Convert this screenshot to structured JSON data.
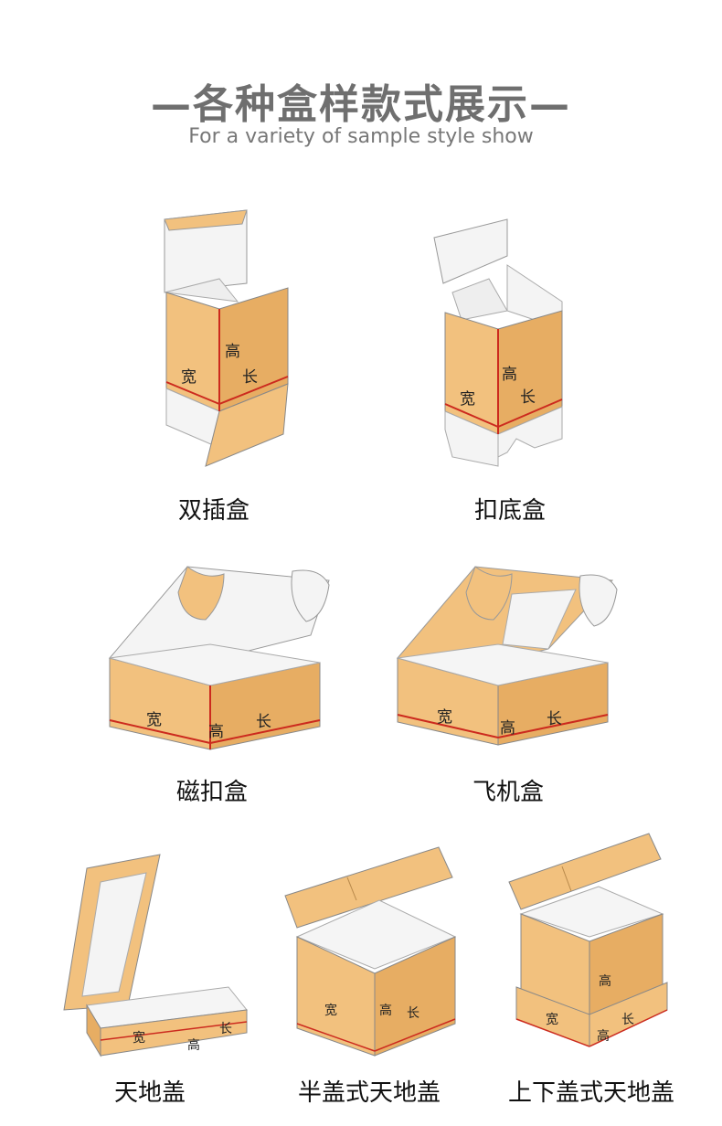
{
  "header": {
    "title": "—各种盒样款式展示—",
    "subtitle": "For a variety of sample style show"
  },
  "dimension_labels": {
    "width": "宽",
    "height": "高",
    "length": "长"
  },
  "boxes": [
    {
      "name": "双插盒"
    },
    {
      "name": "扣底盒"
    },
    {
      "name": "磁扣盒"
    },
    {
      "name": "飞机盒"
    },
    {
      "name": "天地盖"
    },
    {
      "name": "半盖式天地盖"
    },
    {
      "name": "上下盖式天地盖"
    }
  ],
  "colors": {
    "kraft": "#f2c17e",
    "kraft_dark": "#e7ad63",
    "line": "#cc2a1e",
    "white_panel": "#f4f4f4"
  }
}
